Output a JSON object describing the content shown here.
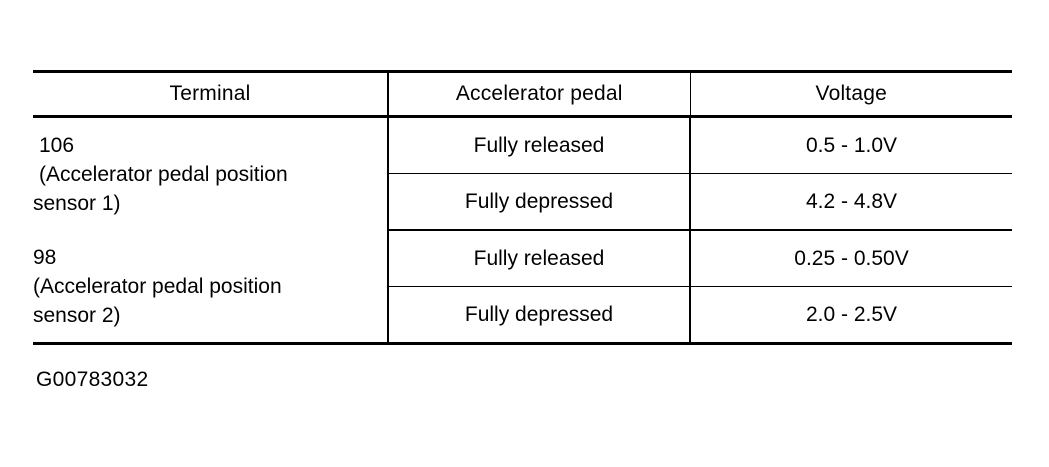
{
  "figure": {
    "caption": "G00783032"
  },
  "table": {
    "headers": {
      "terminal": "Terminal",
      "pedal": "Accelerator pedal",
      "voltage": "Voltage"
    },
    "groups": [
      {
        "terminal_lines": [
          "106",
          "(Accelerator pedal position",
          "sensor 1)"
        ],
        "rows": [
          {
            "pedal": "Fully released",
            "voltage": "0.5 - 1.0V"
          },
          {
            "pedal": "Fully depressed",
            "voltage": "4.2 - 4.8V"
          }
        ]
      },
      {
        "terminal_lines": [
          "98",
          "(Accelerator pedal position",
          "sensor 2)"
        ],
        "rows": [
          {
            "pedal": "Fully released",
            "voltage": "0.25 - 0.50V"
          },
          {
            "pedal": "Fully depressed",
            "voltage": "2.0 - 2.5V"
          }
        ]
      }
    ]
  },
  "colors": {
    "ink": "#000000",
    "paper": "#ffffff"
  }
}
